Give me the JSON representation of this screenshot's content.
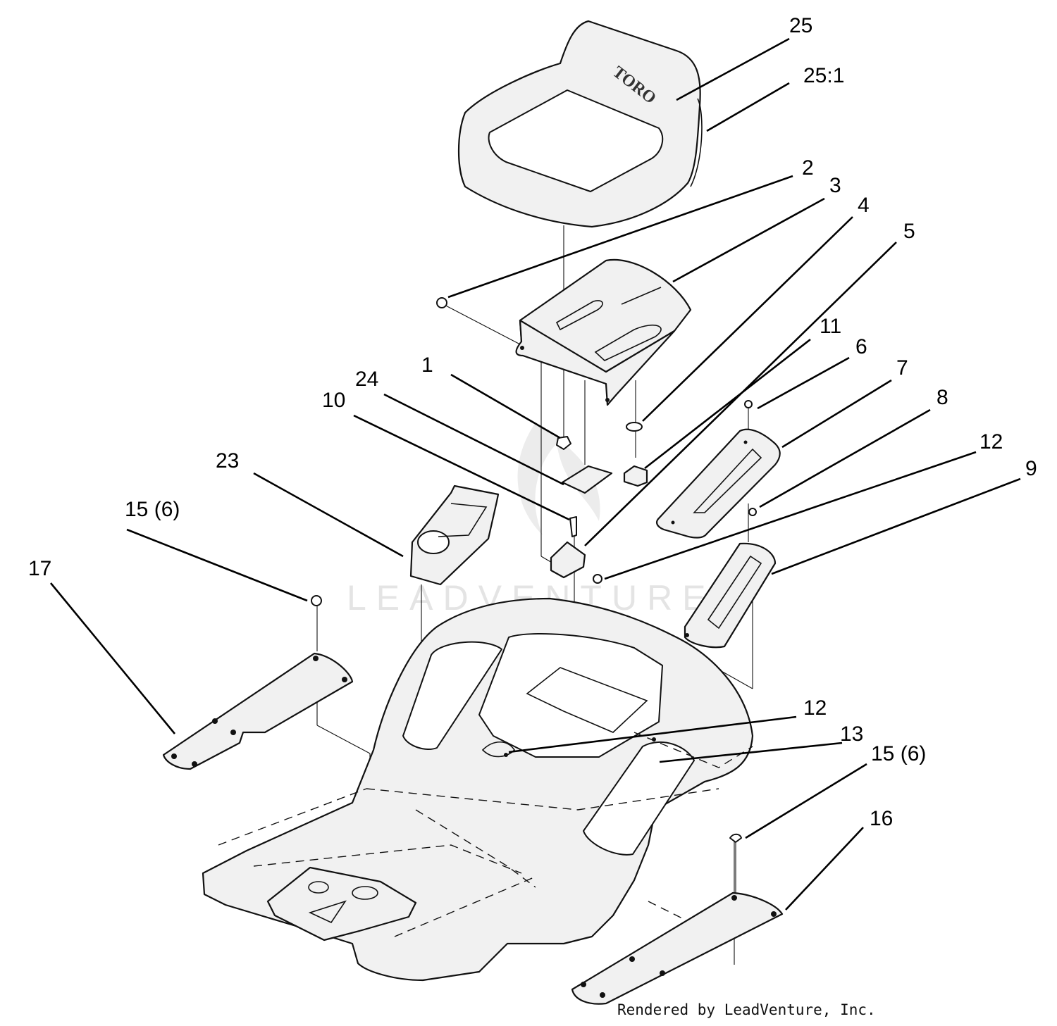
{
  "seat_logo": "TORO",
  "watermark": "LEADVENTURE",
  "credit": "Rendered by LeadVenture, Inc.",
  "callouts": [
    {
      "id": "25",
      "label": "25"
    },
    {
      "id": "25-1",
      "label": "25:1"
    },
    {
      "id": "2",
      "label": "2"
    },
    {
      "id": "3",
      "label": "3"
    },
    {
      "id": "4",
      "label": "4"
    },
    {
      "id": "5",
      "label": "5"
    },
    {
      "id": "11",
      "label": "11"
    },
    {
      "id": "6",
      "label": "6"
    },
    {
      "id": "7",
      "label": "7"
    },
    {
      "id": "8",
      "label": "8"
    },
    {
      "id": "12-top",
      "label": "12"
    },
    {
      "id": "9",
      "label": "9"
    },
    {
      "id": "1",
      "label": "1"
    },
    {
      "id": "24",
      "label": "24"
    },
    {
      "id": "10",
      "label": "10"
    },
    {
      "id": "23",
      "label": "23"
    },
    {
      "id": "15-left",
      "label": "15 (6)"
    },
    {
      "id": "17",
      "label": "17"
    },
    {
      "id": "12-bottom",
      "label": "12"
    },
    {
      "id": "13",
      "label": "13"
    },
    {
      "id": "15-right",
      "label": "15 (6)"
    },
    {
      "id": "16",
      "label": "16"
    }
  ]
}
